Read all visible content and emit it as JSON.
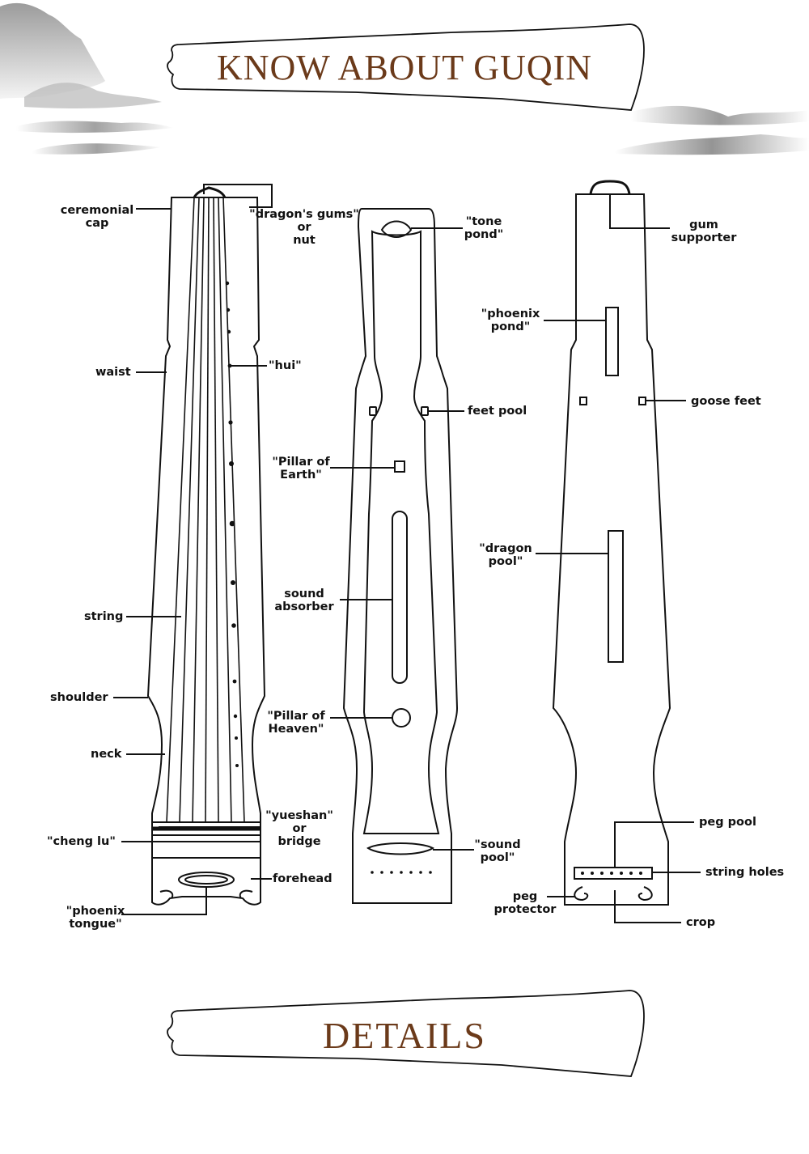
{
  "titles": {
    "top": "KNOW ABOUT GUQIN",
    "bottom": "DETAILS"
  },
  "labels": {
    "ceremonial_cap": "ceremonial\ncap",
    "dragons_gums": "\"dragon's gums\"\nor\nnut",
    "waist": "waist",
    "hui": "\"hui\"",
    "string": "string",
    "shoulder": "shoulder",
    "neck": "neck",
    "yueshan": "\"yueshan\"\nor\nbridge",
    "cheng_lu": "\"cheng lu\"",
    "forehead": "forehead",
    "phoenix_tongue": "\"phoenix\ntongue\"",
    "tone_pond": "\"tone\npond\"",
    "feet_pool": "feet pool",
    "pillar_earth": "\"Pillar of\nEarth\"",
    "sound_absorber": "sound\nabsorber",
    "pillar_heaven": "\"Pillar of\nHeaven\"",
    "sound_pool": "\"sound\npool\"",
    "gum_supporter": "gum\nsupporter",
    "phoenix_pond": "\"phoenix\npond\"",
    "goose_feet": "goose feet",
    "dragon_pool": "\"dragon\npool\"",
    "peg_pool": "peg pool",
    "string_holes": "string holes",
    "peg_protector": "peg\nprotector",
    "crop": "crop"
  },
  "colors": {
    "title": "#6b3a1a",
    "line": "#111111",
    "mountain": "#9a9a9a"
  }
}
